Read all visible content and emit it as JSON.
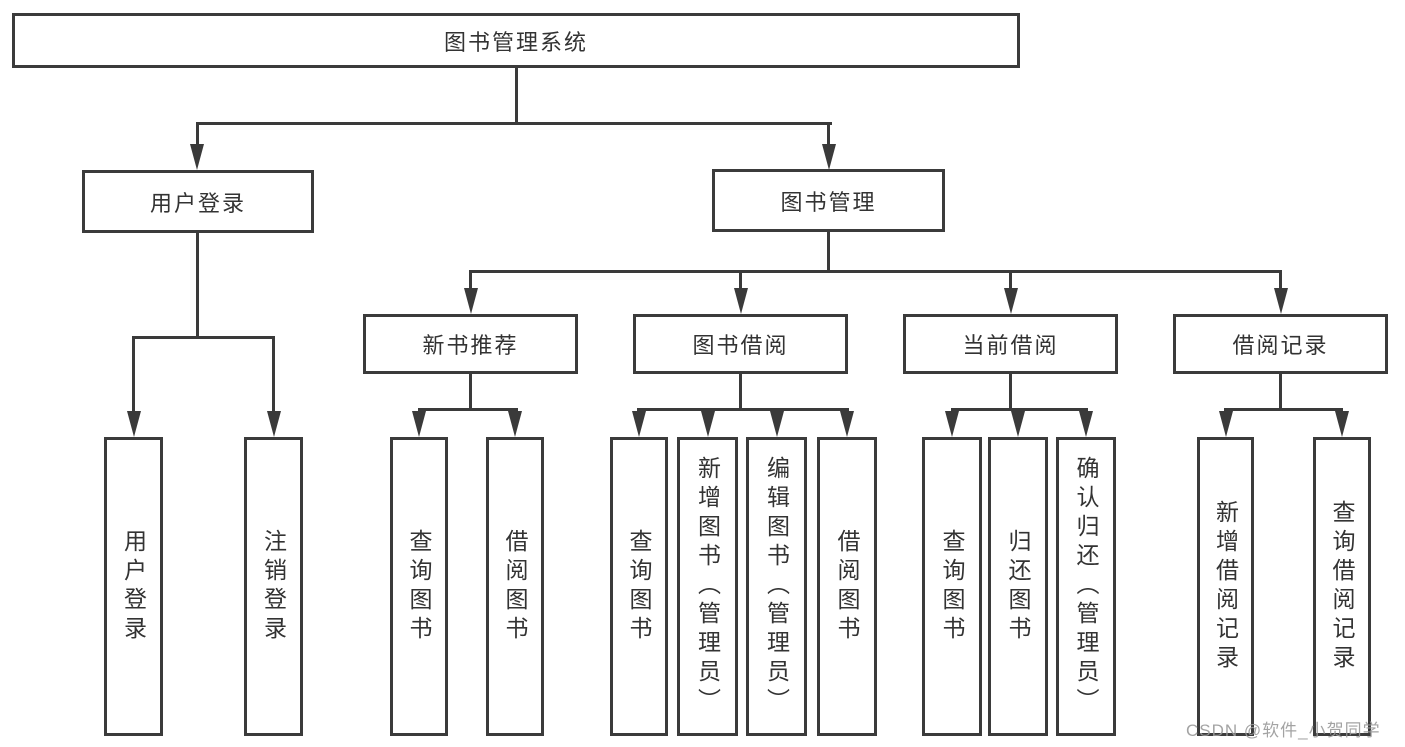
{
  "diagram": {
    "root": {
      "label": "图书管理系统"
    },
    "branches": [
      {
        "label": "用户登录",
        "children": [
          {
            "label": "用户登录"
          },
          {
            "label": "注销登录"
          }
        ]
      },
      {
        "label": "图书管理",
        "modules": [
          {
            "label": "新书推荐",
            "children": [
              {
                "label": "查询图书"
              },
              {
                "label": "借阅图书"
              }
            ]
          },
          {
            "label": "图书借阅",
            "children": [
              {
                "label": "查询图书"
              },
              {
                "label": "新增图书（管理员）"
              },
              {
                "label": "编辑图书（管理员）"
              },
              {
                "label": "借阅图书"
              }
            ]
          },
          {
            "label": "当前借阅",
            "children": [
              {
                "label": "查询图书"
              },
              {
                "label": "归还图书"
              },
              {
                "label": "确认归还（管理员）"
              }
            ]
          },
          {
            "label": "借阅记录",
            "children": [
              {
                "label": "新增借阅记录"
              },
              {
                "label": "查询借阅记录"
              }
            ]
          }
        ]
      }
    ]
  },
  "watermark": {
    "text": "CSDN @软件_小贺同学"
  },
  "colors": {
    "line": "#3a3a3a",
    "text": "#333333",
    "watermark": "#9a9a9a",
    "background": "#ffffff"
  }
}
